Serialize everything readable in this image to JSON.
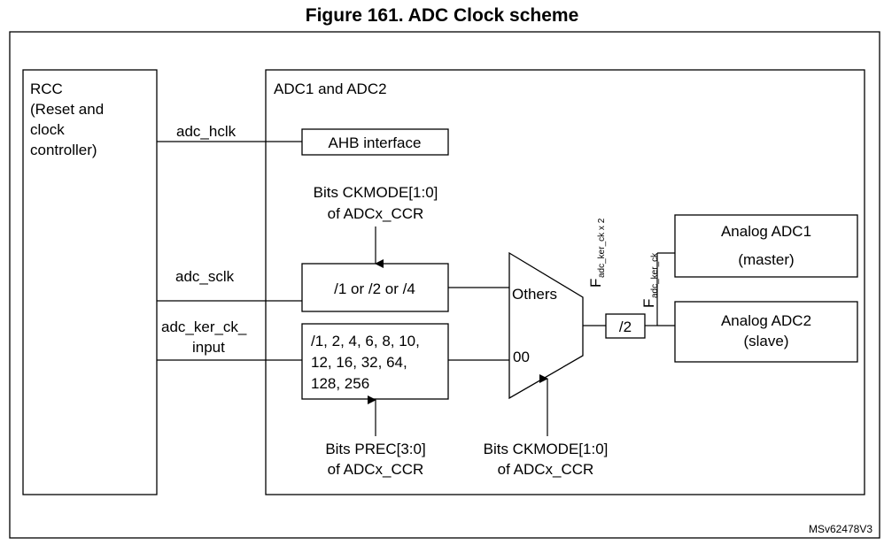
{
  "figure": {
    "title": "Figure 161. ADC Clock scheme",
    "version": "MSv62478V3"
  },
  "rcc": {
    "lines": [
      "RCC",
      "(Reset and",
      "clock",
      "controller)"
    ]
  },
  "adc_block": {
    "title": "ADC1 and ADC2"
  },
  "signals": {
    "hclk": "adc_hclk",
    "sclk": "adc_sclk",
    "ker_ck_line1": "adc_ker_ck_",
    "ker_ck_line2": "input"
  },
  "ahb": {
    "label": "AHB interface"
  },
  "ckmode_top": {
    "line1": "Bits CKMODE[1:0]",
    "line2": "of ADCx_CCR"
  },
  "divider_sclk": {
    "label": "/1 or /2 or /4"
  },
  "prescaler": {
    "lines": [
      "/1, 2, 4, 6, 8, 10,",
      "12, 16, 32, 64,",
      "128, 256"
    ]
  },
  "prec_bits": {
    "line1": "Bits PREC[3:0]",
    "line2": "of ADCx_CCR"
  },
  "mux": {
    "input_others": "Others",
    "input_00": "00"
  },
  "ckmode_bottom": {
    "line1": "Bits CKMODE[1:0]",
    "line2": "of ADCx_CCR"
  },
  "div2": {
    "label": "/2"
  },
  "freq_labels": {
    "x2_main": "F",
    "x2_sub": "adc_ker_ck x 2",
    "ker_main": "F",
    "ker_sub": "adc_ker_ck"
  },
  "analog_adc1": {
    "line1": "Analog ADC1",
    "line2": "(master)"
  },
  "analog_adc2": {
    "line1": "Analog ADC2",
    "line2": "(slave)"
  }
}
